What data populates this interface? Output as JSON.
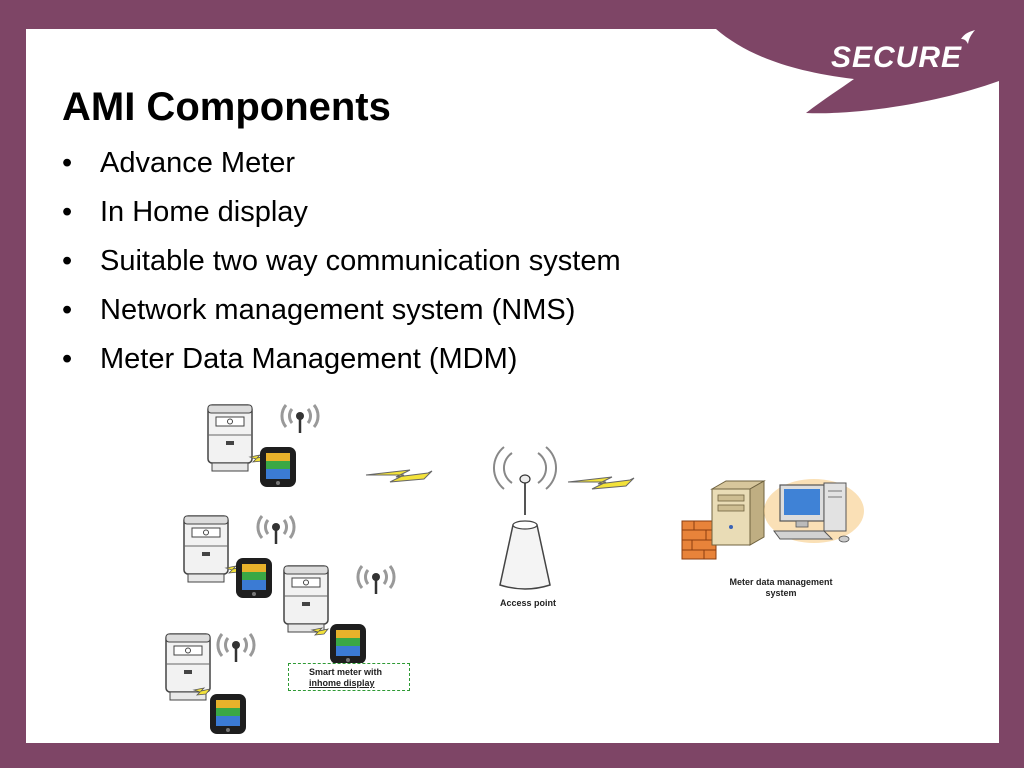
{
  "slide": {
    "title": "AMI Components",
    "bullet_char": "•",
    "bullets": [
      "Advance Meter",
      "In Home display",
      "Suitable two way communication system",
      "Network management system (NMS)",
      "Meter Data Management (MDM)"
    ]
  },
  "brand": {
    "logo_text": "SECURE",
    "purple": "#7e4566",
    "white": "#ffffff"
  },
  "diagram": {
    "access_point_label": "Access point",
    "mdm_label_line1": "Meter data management",
    "mdm_label_line2": "system",
    "smart_meter_label_line1": "Smart meter with",
    "smart_meter_label_line2": "inhome display",
    "icons": [
      "smart-meter-icon",
      "inhome-display-icon",
      "wireless-signal-icon",
      "lightning-link-icon",
      "access-point-icon",
      "server-icon",
      "computer-icon",
      "firewall-icon"
    ]
  }
}
